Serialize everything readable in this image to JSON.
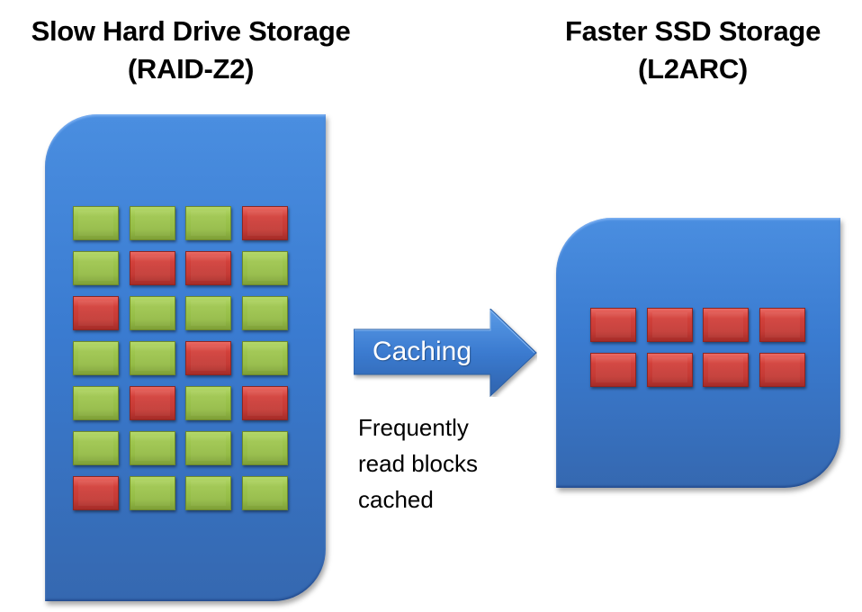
{
  "titles": {
    "left": {
      "line1": "Slow Hard Drive Storage",
      "line2": "(RAID-Z2)"
    },
    "right": {
      "line1": "Faster SSD Storage",
      "line2": "(L2ARC)"
    }
  },
  "arrow": {
    "label": "Caching",
    "icon": "right-arrow"
  },
  "caption": {
    "line1": "Frequently",
    "line2": "read blocks",
    "line3": "cached"
  },
  "colors": {
    "container_blue": "#3a7bd0",
    "hot_block_red": "#c43a35",
    "cold_block_green": "#94bb46"
  },
  "hard_drive_blocks": [
    [
      "green",
      "green",
      "green",
      "red"
    ],
    [
      "green",
      "red",
      "red",
      "green"
    ],
    [
      "red",
      "green",
      "green",
      "green"
    ],
    [
      "green",
      "green",
      "red",
      "green"
    ],
    [
      "green",
      "red",
      "green",
      "red"
    ],
    [
      "green",
      "green",
      "green",
      "green"
    ],
    [
      "red",
      "green",
      "green",
      "green"
    ]
  ],
  "ssd_blocks": [
    [
      "red",
      "red",
      "red",
      "red"
    ],
    [
      "red",
      "red",
      "red",
      "red"
    ]
  ]
}
